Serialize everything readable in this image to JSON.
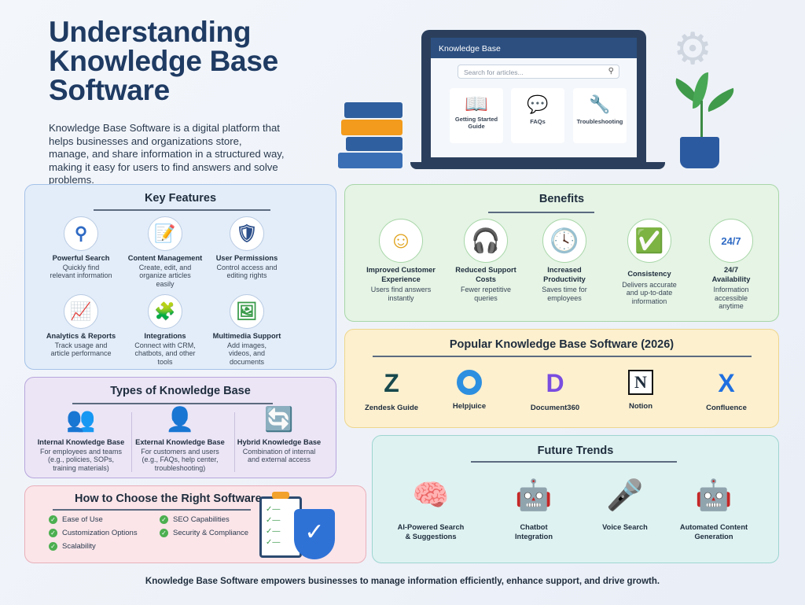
{
  "title": {
    "line1": "Understanding",
    "line2": "Knowledge Base",
    "line3": "Software"
  },
  "description": "Knowledge Base Software is a digital platform that helps businesses and organizations store, manage, and share information in a structured way, making it easy for users to find answers and solve problems.",
  "laptop": {
    "header": "Knowledge Base",
    "search_placeholder": "Search for articles...",
    "cards": [
      {
        "label": "Getting Started Guide",
        "icon": "open-book-icon"
      },
      {
        "label": "FAQs",
        "icon": "chat-bubbles-icon"
      },
      {
        "label": "Troubleshooting",
        "icon": "wrench-gear-icon"
      }
    ]
  },
  "key_features": {
    "title": "Key Features",
    "items": [
      {
        "title": "Powerful Search",
        "desc": "Quickly find relevant information",
        "icon": "search-icon"
      },
      {
        "title": "Content Management",
        "desc": "Create, edit, and organize articles easily",
        "icon": "document-edit-icon"
      },
      {
        "title": "User Permissions",
        "desc": "Control access and editing rights",
        "icon": "shield-user-icon"
      },
      {
        "title": "Analytics & Reports",
        "desc": "Track usage and article performance",
        "icon": "chart-icon"
      },
      {
        "title": "Integrations",
        "desc": "Connect with CRM, chatbots, and other tools",
        "icon": "puzzle-icon"
      },
      {
        "title": "Multimedia Support",
        "desc": "Add images, videos, and documents",
        "icon": "media-icon"
      }
    ]
  },
  "benefits": {
    "title": "Benefits",
    "items": [
      {
        "title": "Improved Customer Experience",
        "desc": "Users find answers instantly",
        "icon": "smiley-icon"
      },
      {
        "title": "Reduced Support Costs",
        "desc": "Fewer repetitive queries",
        "icon": "headset-icon"
      },
      {
        "title": "Increased Productivity",
        "desc": "Saves time for employees",
        "icon": "clock-icon"
      },
      {
        "title": "Consistency",
        "desc": "Delivers accurate and up-to-date information",
        "icon": "badge-check-icon"
      },
      {
        "title": "24/7 Availability",
        "desc": "Information accessible anytime",
        "icon": "24-7-icon",
        "icon_text": "24/7"
      }
    ]
  },
  "types": {
    "title": "Types of Knowledge Base",
    "items": [
      {
        "title": "Internal Knowledge Base",
        "desc": "For employees and teams (e.g., policies, SOPs, training materials)",
        "icon": "team-icon"
      },
      {
        "title": "External Knowledge Base",
        "desc": "For customers and users (e.g., FAQs, help center, troubleshooting)",
        "icon": "support-agent-icon"
      },
      {
        "title": "Hybrid Knowledge Base",
        "desc": "Combination of internal and external access",
        "icon": "sync-icon"
      }
    ]
  },
  "choose": {
    "title": "How to Choose the Right Software",
    "items": [
      "Ease of Use",
      "Customization Options",
      "Scalability",
      "SEO Capabilities",
      "Security & Compliance"
    ]
  },
  "popular": {
    "title": "Popular Knowledge Base Software (2026)",
    "items": [
      {
        "name": "Zendesk Guide",
        "logo": "Z",
        "color": "#17494d"
      },
      {
        "name": "Helpjuice",
        "logo": "O",
        "color": "#2d8fe0"
      },
      {
        "name": "Document360",
        "logo": "D",
        "color": "#7a4de0"
      },
      {
        "name": "Notion",
        "logo": "N",
        "color": "#111111"
      },
      {
        "name": "Confluence",
        "logo": "X",
        "color": "#1f6fe0"
      }
    ]
  },
  "future": {
    "title": "Future Trends",
    "items": [
      {
        "title": "AI-Powered Search & Suggestions",
        "icon": "brain-icon"
      },
      {
        "title": "Chatbot Integration",
        "icon": "chatbot-icon"
      },
      {
        "title": "Voice Search",
        "icon": "microphone-icon"
      },
      {
        "title": "Automated Content Generation",
        "icon": "robot-document-icon"
      }
    ]
  },
  "footer": "Knowledge Base Software empowers businesses to manage information efficiently, enhance support, and drive growth."
}
